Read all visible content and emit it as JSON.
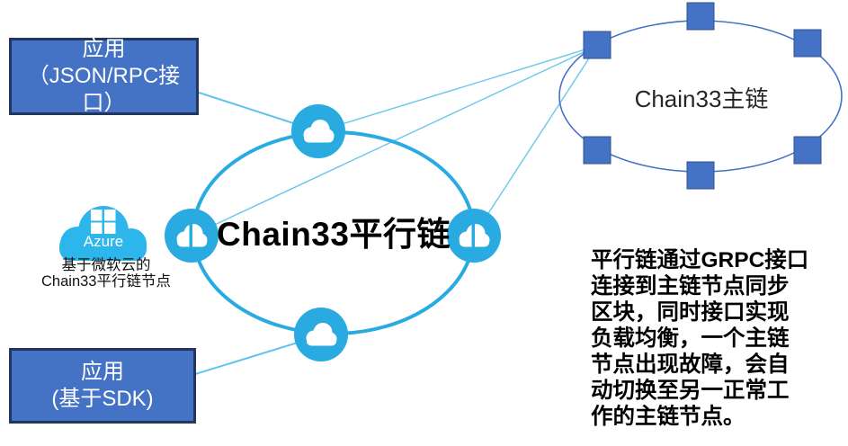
{
  "diagram": {
    "app_box_top": {
      "line1": "应用",
      "line2": "（JSON/RPC接口）"
    },
    "app_box_bottom": {
      "line1": "应用",
      "line2": "(基于SDK)"
    },
    "parallel_chain": {
      "label": "Chain33平行链",
      "node_icon": "cloud-icon",
      "node_count": 4
    },
    "main_chain": {
      "label": "Chain33主链",
      "node_icon": "square-node",
      "node_count": 6
    },
    "azure_node": {
      "logo_text": "Azure",
      "caption": "基于微软云的\nChain33平行链节点"
    },
    "description": "平行链通过GRPC接口\n连接到主链节点同步\n区块，同时接口实现\n负载均衡，一个主链\n节点出现故障，会自\n动切换至另一正常工\n作的主链节点。",
    "connections": [
      "app-json-rpc → parallel-chain-top-cloud",
      "app-sdk → parallel-chain-bottom-cloud",
      "parallel-chain-top-cloud → main-chain-node",
      "parallel-chain-left-cloud → main-chain-node",
      "parallel-chain-right-cloud → main-chain-node"
    ],
    "colors": {
      "app_box_fill": "#4472c4",
      "app_box_border": "#24355e",
      "parallel_ellipse": "#29abe2",
      "cloud_node": "#29abe2",
      "azure_cloud": "#2cb6ec",
      "main_ellipse": "#4472c4",
      "square_node": "#4472c4",
      "connector_line": "#63c3ea",
      "text_dark": "#000000",
      "text_white": "#ffffff"
    }
  }
}
